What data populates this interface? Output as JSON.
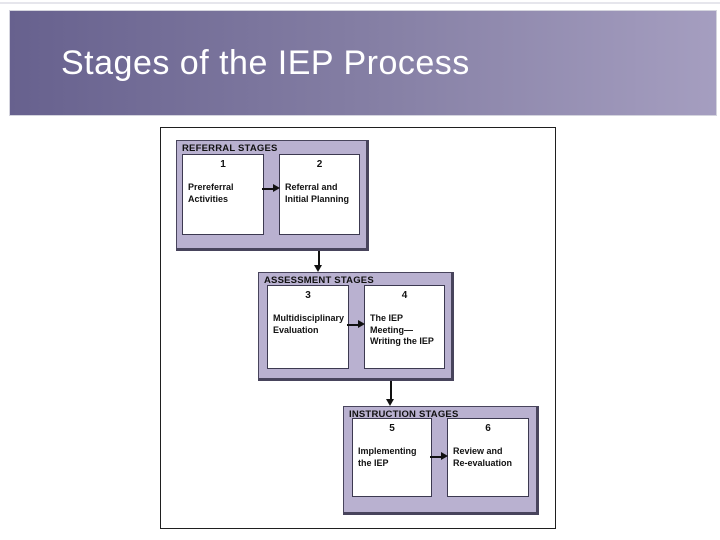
{
  "slide": {
    "title": "Stages of the IEP Process",
    "background": "#ffffff",
    "title_band": {
      "gradient_left": "#67618e",
      "gradient_right": "#a59ec0",
      "text_color": "#ffffff"
    }
  },
  "diagram": {
    "frame_border_color": "#1f1f1f",
    "group_fill_color": "#b9b1d0",
    "group_border_color": "#48445c",
    "arrow_color": "#111111",
    "groups": [
      {
        "label": "REFERRAL STAGES",
        "stages": [
          {
            "number": "1",
            "label": "Prereferral\nActivities"
          },
          {
            "number": "2",
            "label": "Referral and\nInitial Planning"
          }
        ]
      },
      {
        "label": "ASSESSMENT STAGES",
        "stages": [
          {
            "number": "3",
            "label": "Multidisciplinary\nEvaluation"
          },
          {
            "number": "4",
            "label": "The IEP\nMeeting—\nWriting the IEP"
          }
        ]
      },
      {
        "label": "INSTRUCTION STAGES",
        "stages": [
          {
            "number": "5",
            "label": "Implementing\nthe IEP"
          },
          {
            "number": "6",
            "label": "Review and\nRe-evaluation"
          }
        ]
      }
    ],
    "connections": [
      {
        "from": "Prereferral Activities",
        "to": "Referral and Initial Planning",
        "direction": "right"
      },
      {
        "from": "REFERRAL STAGES",
        "to": "ASSESSMENT STAGES",
        "direction": "down"
      },
      {
        "from": "Multidisciplinary Evaluation",
        "to": "The IEP Meeting—Writing the IEP",
        "direction": "right"
      },
      {
        "from": "ASSESSMENT STAGES",
        "to": "INSTRUCTION STAGES",
        "direction": "down"
      },
      {
        "from": "Implementing the IEP",
        "to": "Review and Re-evaluation",
        "direction": "right"
      }
    ]
  }
}
